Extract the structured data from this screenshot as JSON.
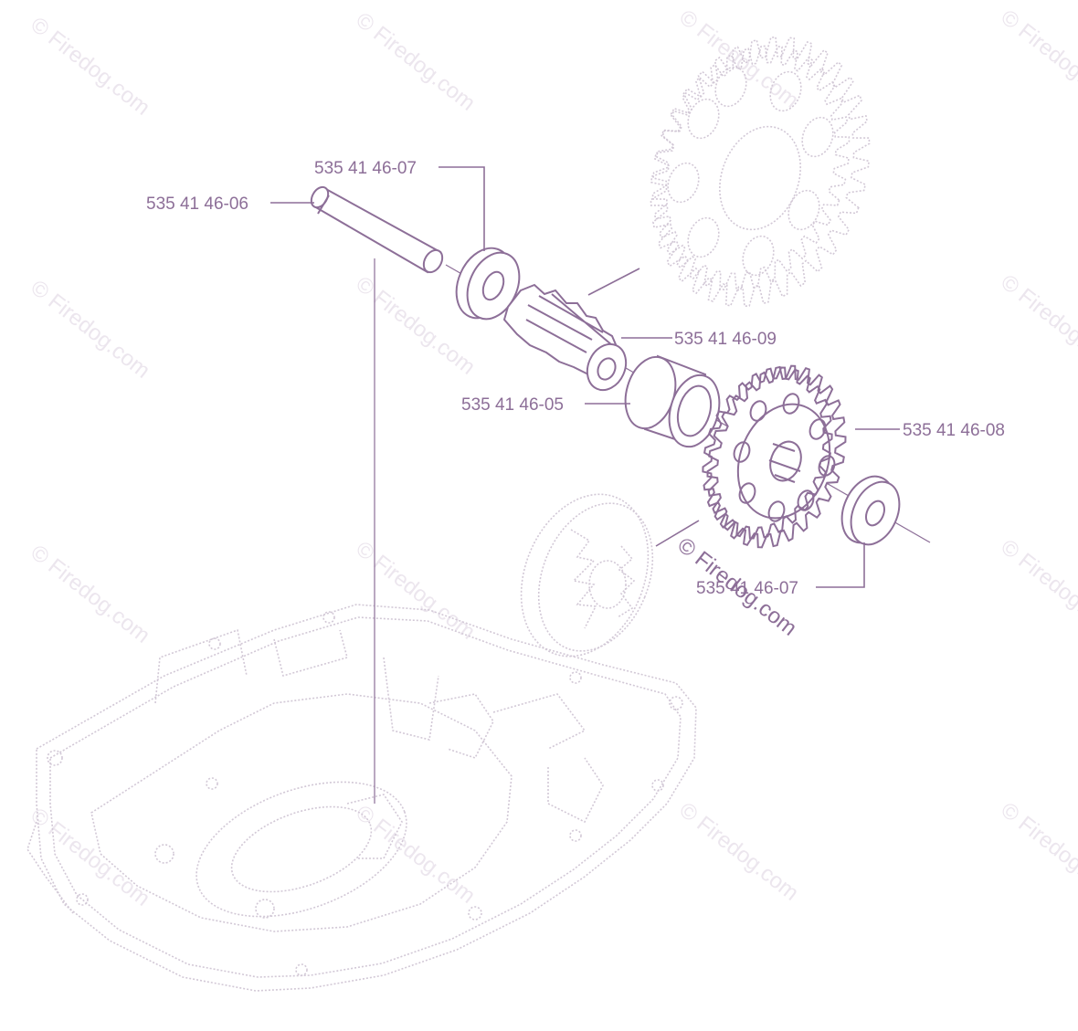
{
  "diagram": {
    "labels": {
      "pin": "535 41 46-06",
      "washer_top": "535 41 46-07",
      "pinion": "535 41 46-09",
      "spacer": "535 41 46-05",
      "gear": "535 41 46-08",
      "washer_bottom": "535 41 46-07"
    },
    "watermark": "© Firedog.com",
    "colors": {
      "part": "#8d6f98",
      "background_art": "#d2c8d6",
      "watermark": "#ece6ee"
    }
  }
}
